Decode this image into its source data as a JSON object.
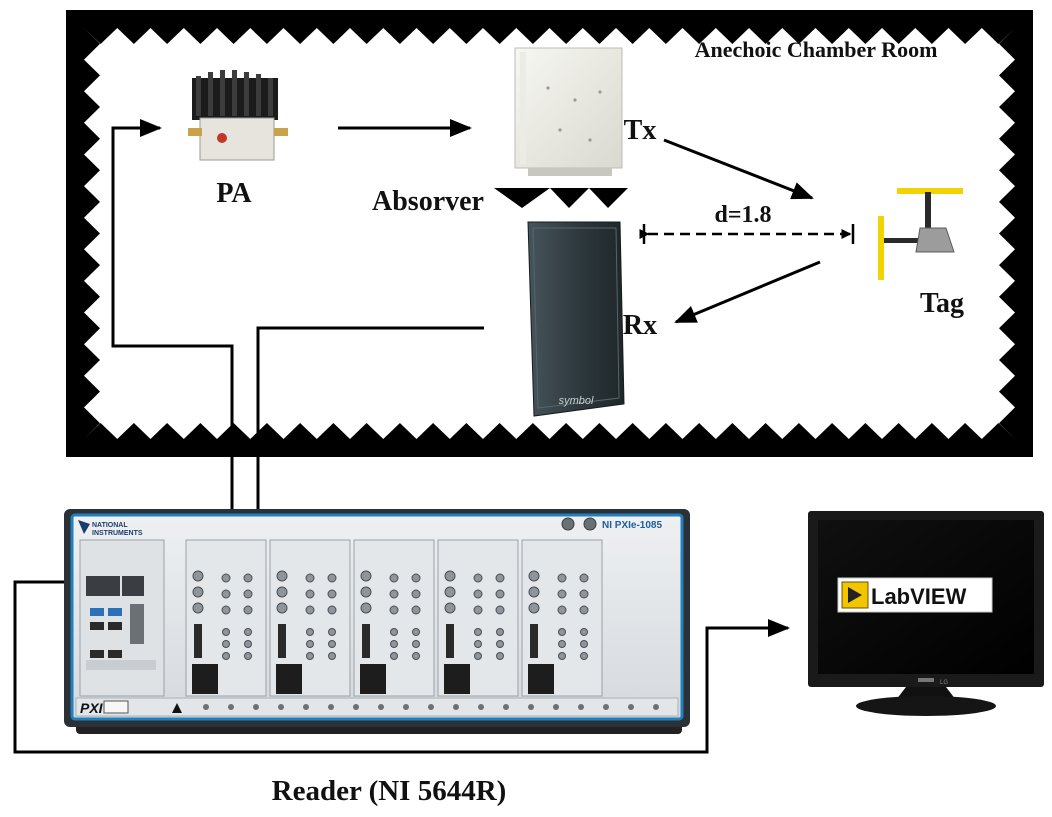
{
  "labels": {
    "room": "Anechoic Chamber Room",
    "pa": "PA",
    "tx": "Tx",
    "rx": "Rx",
    "absorber": "Absorver",
    "distance": "d=1.8",
    "tag": "Tag",
    "reader": "Reader (NI 5644R)"
  },
  "equipment": {
    "pxi_brand": "PXI",
    "chassis_model": "NI PXIe-1085",
    "maker_line1": "NATIONAL",
    "maker_line2": "INSTRUMENTS",
    "rx_antenna_brand": "symbol",
    "monitor_software": "LabVIEW",
    "monitor_brand": "LG"
  },
  "colors": {
    "chamber_wall": "#000000",
    "chamber_inside": "#ffffff",
    "tag_antenna": "#f2d200",
    "rx_panel": "#2f3a3f",
    "chassis_trim": "#1f7fbf",
    "labview_icon": "#f2c500"
  }
}
